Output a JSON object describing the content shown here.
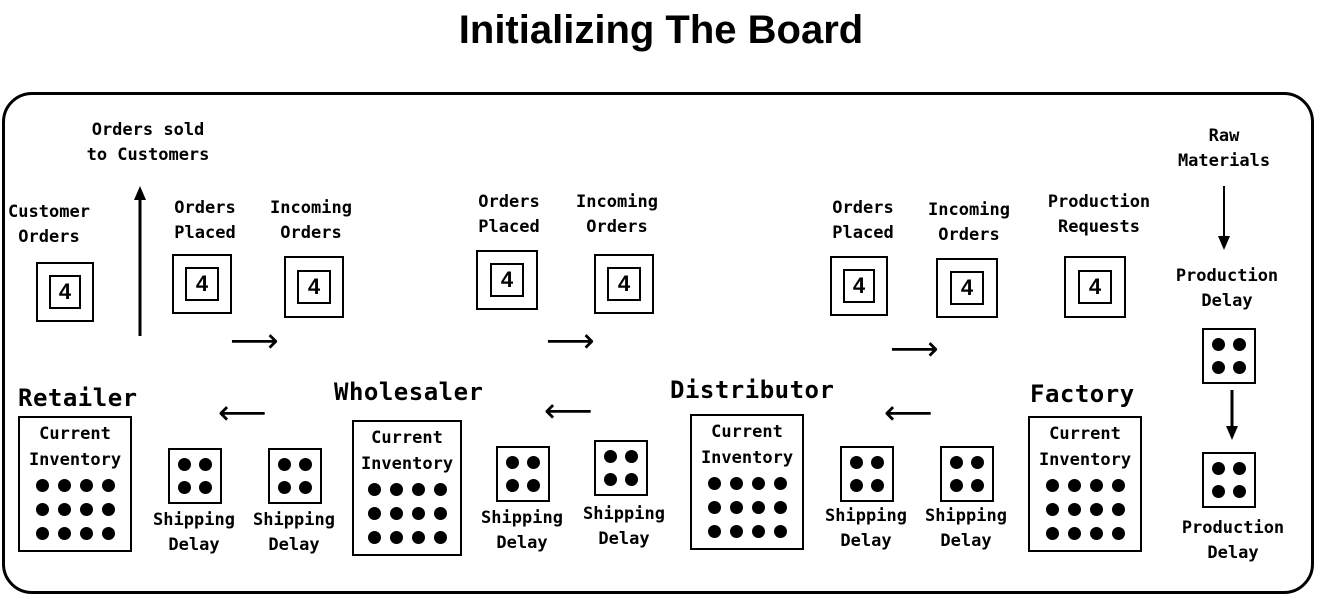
{
  "title": "Initializing The Board",
  "labels": {
    "orders_sold": "Orders sold\nto Customers",
    "customer_orders": "Customer\nOrders",
    "orders_placed": "Orders\nPlaced",
    "incoming_orders": "Incoming\nOrders",
    "production_requests": "Production\nRequests",
    "raw_materials": "Raw\nMaterials",
    "production_delay": "Production\nDelay",
    "shipping_delay": "Shipping\nDelay",
    "current_inventory": "Current\nInventory"
  },
  "roles": {
    "retailer": "Retailer",
    "wholesaler": "Wholesaler",
    "distributor": "Distributor",
    "factory": "Factory"
  },
  "order_value": "4"
}
